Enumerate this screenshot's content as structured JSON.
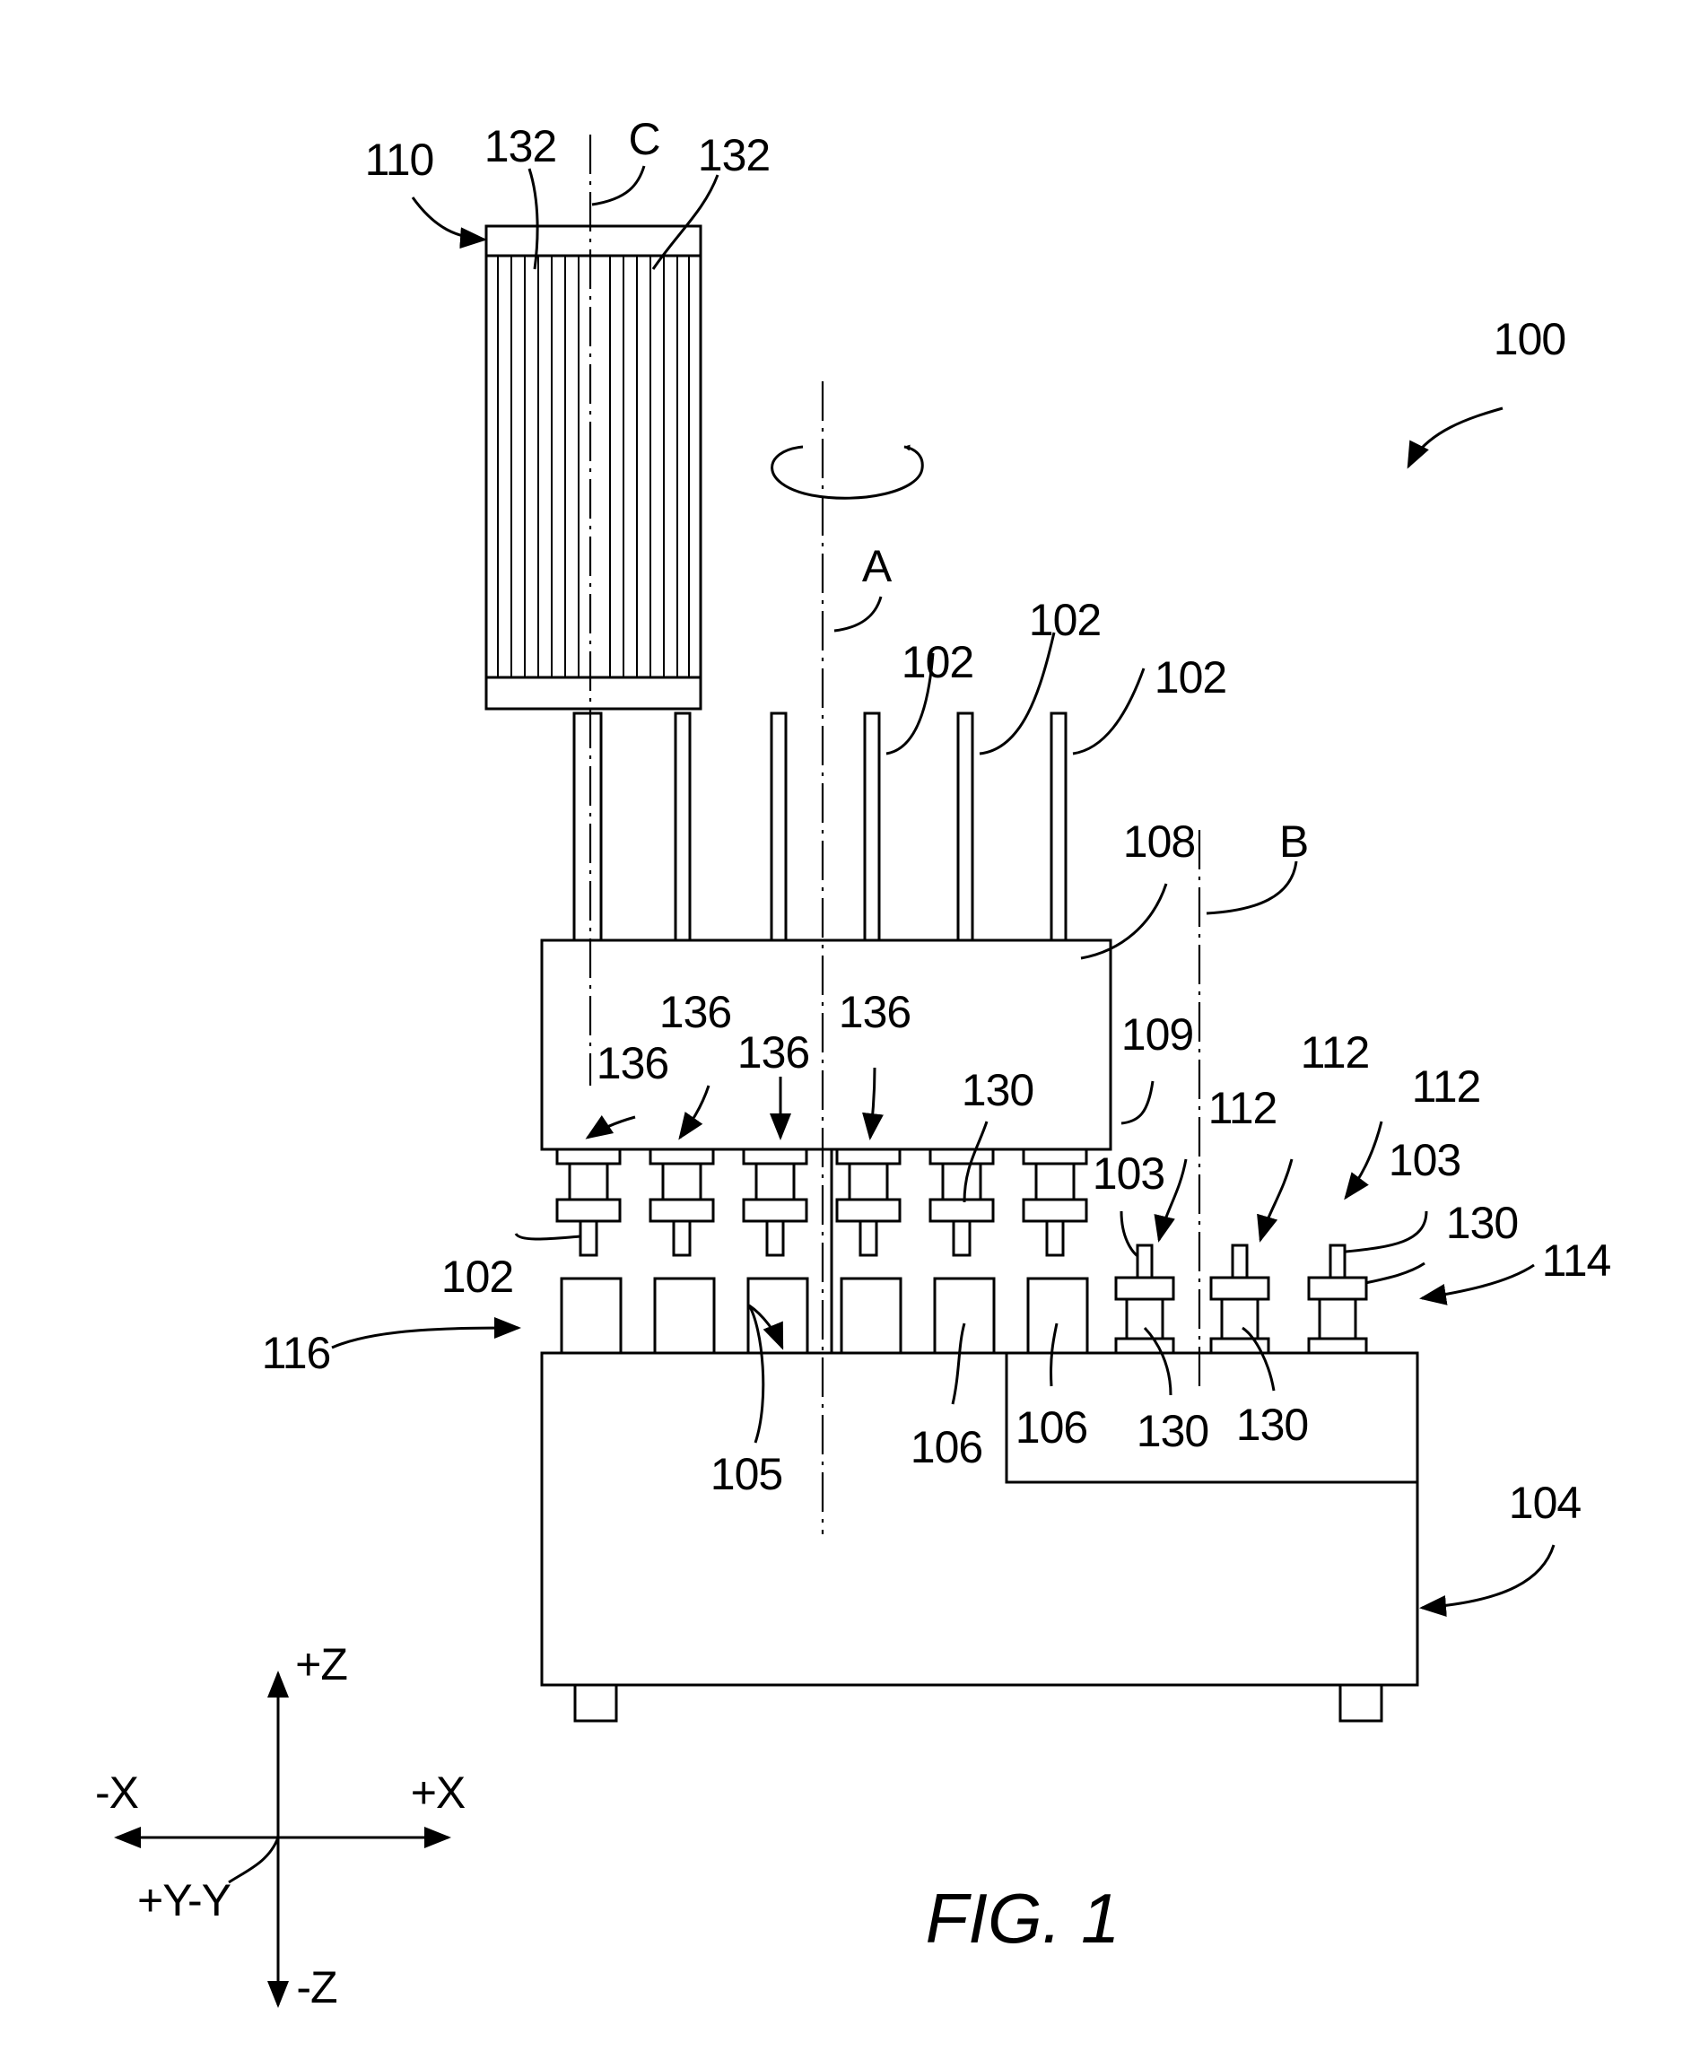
{
  "figure": {
    "caption": "FIG. 1",
    "labels": {
      "l100": "100",
      "l110": "110",
      "l132a": "132",
      "l132b": "132",
      "lC": "C",
      "lA": "A",
      "lB": "B",
      "l102a": "102",
      "l102b": "102",
      "l102c": "102",
      "l102d": "102",
      "l108": "108",
      "l109": "109",
      "l136a": "136",
      "l136b": "136",
      "l136c": "136",
      "l136d": "136",
      "l130top": "130",
      "l112a": "112",
      "l112b": "112",
      "l112c": "112",
      "l103a": "103",
      "l103b": "103",
      "l130r": "130",
      "l114": "114",
      "l116": "116",
      "l105": "105",
      "l106a": "106",
      "l106b": "106",
      "l130b1": "130",
      "l130b2": "130",
      "l104": "104"
    },
    "axes": {
      "pz": "+Z",
      "mz": "-Z",
      "px": "+X",
      "mx": "-X",
      "y": "+Y-Y"
    }
  }
}
